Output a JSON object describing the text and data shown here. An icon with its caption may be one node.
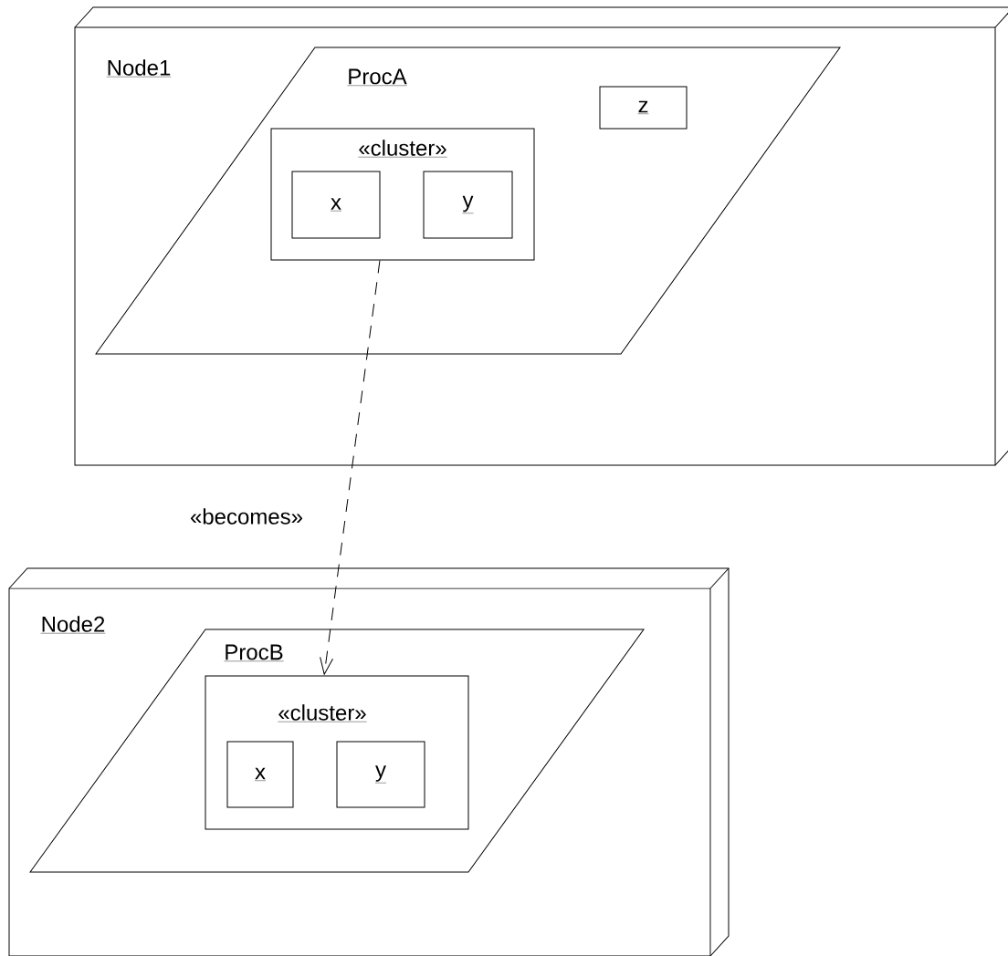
{
  "diagram": {
    "nodes": [
      {
        "text": [
          "Node1"
        ]
      },
      {
        "text": [
          "ProcA"
        ],
        "in": 0
      },
      {
        "text": [
          "«cluster»"
        ],
        "in": 1
      },
      {
        "text": [
          "x"
        ],
        "in": 2
      },
      {
        "text": [
          "y"
        ],
        "in": 2
      },
      {
        "text": [
          "z"
        ],
        "in": 1
      },
      {
        "text": [
          "Node2"
        ]
      },
      {
        "text": [
          "ProcB"
        ],
        "in": 6
      },
      {
        "text": [
          "«cluster»"
        ],
        "in": 7
      },
      {
        "text": [
          "x"
        ],
        "in": 8
      },
      {
        "text": [
          "y"
        ],
        "in": 8
      }
    ],
    "edges": [
      {
        "from": 2,
        "to": 8,
        "arrow": "to",
        "label": "«becomes»",
        "style": "dashed"
      }
    ]
  }
}
